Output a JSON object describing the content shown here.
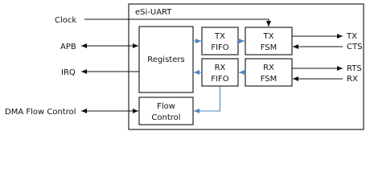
{
  "title": "eSi-UART",
  "blocks": {
    "registers": "Registers",
    "tx_fifo": [
      "TX",
      "FIFO"
    ],
    "tx_fsm": [
      "TX",
      "FSM"
    ],
    "rx_fifo": [
      "RX",
      "FIFO"
    ],
    "rx_fsm": [
      "RX",
      "FSM"
    ],
    "flow_control": [
      "Flow",
      "Control"
    ]
  },
  "left_signals": {
    "clock": "Clock",
    "apb": "APB",
    "irq": "IRQ",
    "dma": "DMA Flow Control"
  },
  "right_signals": {
    "tx": "TX",
    "cts": "CTS",
    "rts": "RTS",
    "rx": "RX"
  },
  "colors": {
    "line": "#111111",
    "internal_link": "#4a86c5"
  }
}
